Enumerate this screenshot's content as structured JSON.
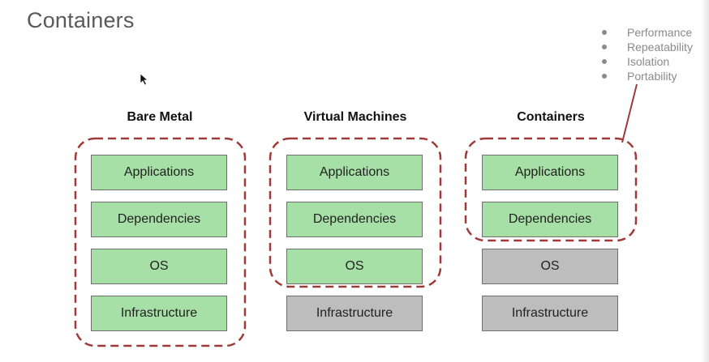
{
  "title": "Containers",
  "benefits": [
    "Performance",
    "Repeatability",
    "Isolation",
    "Portability"
  ],
  "columns": [
    {
      "title": "Bare Metal",
      "layers": [
        {
          "label": "Applications",
          "state": "green"
        },
        {
          "label": "Dependencies",
          "state": "green"
        },
        {
          "label": "OS",
          "state": "green"
        },
        {
          "label": "Infrastructure",
          "state": "green"
        }
      ]
    },
    {
      "title": "Virtual Machines",
      "layers": [
        {
          "label": "Applications",
          "state": "green"
        },
        {
          "label": "Dependencies",
          "state": "green"
        },
        {
          "label": "OS",
          "state": "green"
        },
        {
          "label": "Infrastructure",
          "state": "gray"
        }
      ]
    },
    {
      "title": "Containers",
      "layers": [
        {
          "label": "Applications",
          "state": "green"
        },
        {
          "label": "Dependencies",
          "state": "green"
        },
        {
          "label": "OS",
          "state": "gray"
        },
        {
          "label": "Infrastructure",
          "state": "gray"
        }
      ]
    }
  ],
  "colors": {
    "green_layer": "#a6e0a6",
    "gray_layer": "#bdbdbd",
    "dashed_outline": "#a03a3a"
  }
}
